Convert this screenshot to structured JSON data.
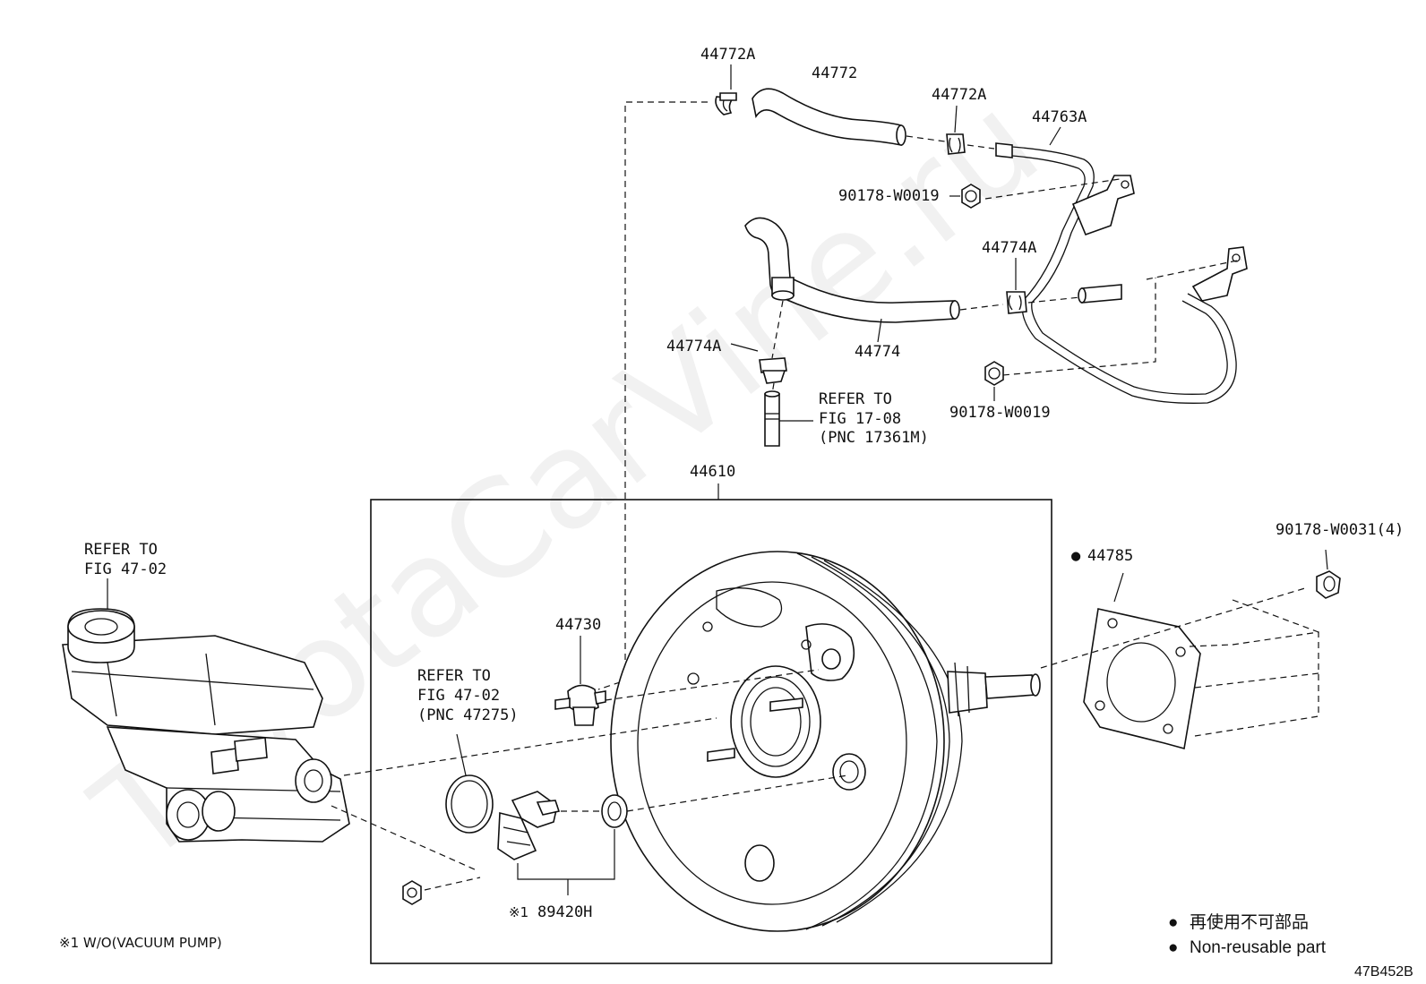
{
  "watermark": "ToyotaCarVine.ru",
  "parts": {
    "p44772A_top": "44772A",
    "p44772": "44772",
    "p44772A_right": "44772A",
    "p44763A": "44763A",
    "p90178_top": "90178-W0019",
    "p44774A_right": "44774A",
    "p44774A_left": "44774A",
    "p44774": "44774",
    "p90178_bottom": "90178-W0019",
    "p44610": "44610",
    "p44785": "44785",
    "p90178_w0031": "90178-W0031(4)",
    "p44730": "44730",
    "p89420H": "89420H"
  },
  "refs": {
    "fig1708": [
      "REFER TO",
      "FIG 17-08",
      "(PNC 17361M)"
    ],
    "fig4702_left": [
      "REFER TO",
      "FIG 47-02"
    ],
    "fig4702_mid": [
      "REFER TO",
      "FIG 47-02",
      "(PNC 47275)"
    ]
  },
  "marks": {
    "note1": "※1",
    "bullet": "●"
  },
  "footnote": "※1 W/O(VACUUM PUMP)",
  "legend": {
    "line1": "再使用不可部品",
    "line2": "Non-reusable part"
  },
  "diagram_code": "47B452B"
}
